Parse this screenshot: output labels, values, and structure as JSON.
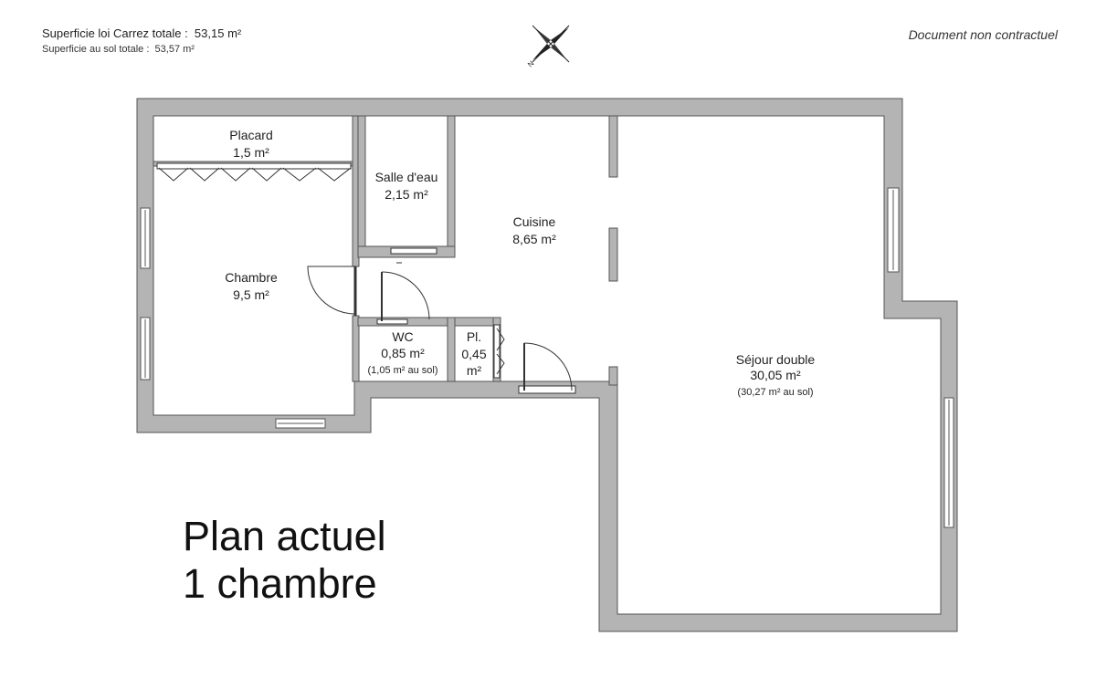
{
  "header": {
    "carrez_label": "Superficie loi Carrez totale :",
    "carrez_value": "53,15 m²",
    "sol_label": "Superficie au sol totale :",
    "sol_value": "53,57 m²",
    "disclaimer": "Document non contractuel",
    "compass_letter": "N"
  },
  "title": {
    "line1": "Plan actuel",
    "line2": "1 chambre"
  },
  "rooms": {
    "placard": {
      "name": "Placard",
      "area": "1,5 m²"
    },
    "salle_eau": {
      "name": "Salle d'eau",
      "area": "2,15 m²"
    },
    "cuisine": {
      "name": "Cuisine",
      "area": "8,65 m²"
    },
    "chambre": {
      "name": "Chambre",
      "area": "9,5 m²"
    },
    "wc": {
      "name": "WC",
      "area": "0,85 m²",
      "note": "(1,05 m² au sol)"
    },
    "placard_small": {
      "name": "Pl.",
      "area": "0,45",
      "unit": "m²"
    },
    "sejour": {
      "name": "Séjour double",
      "area": "30,05 m²",
      "note": "(30,27 m² au sol)"
    }
  },
  "colors": {
    "wall": "#b4b4b4",
    "wall_edge": "#555555",
    "floor": "#ffffff",
    "text": "#222222"
  }
}
